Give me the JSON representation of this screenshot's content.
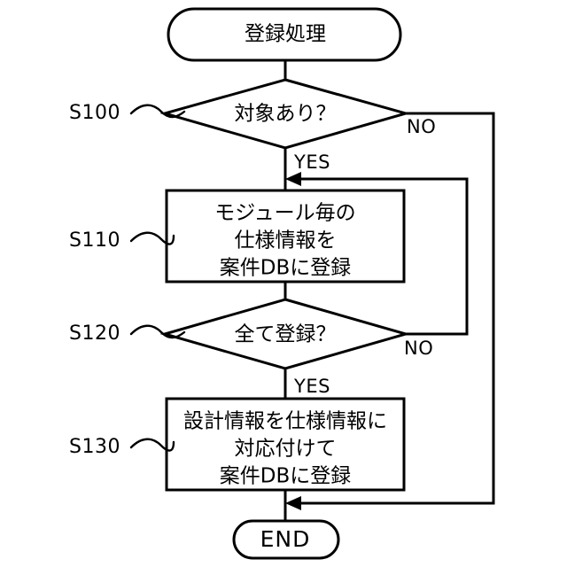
{
  "diagram": {
    "type": "flowchart",
    "language": "ja",
    "title_node": "登録処理",
    "end_node": "END",
    "nodes": [
      {
        "id": "start",
        "shape": "terminator",
        "label": "登録処理"
      },
      {
        "id": "s100",
        "shape": "decision",
        "step": "S100",
        "label": "対象あり？",
        "branch_yes": "YES",
        "branch_no": "NO"
      },
      {
        "id": "s110",
        "shape": "process",
        "step": "S110",
        "line1": "モジュール毎の",
        "line2": "仕様情報を",
        "line3": "案件DBに登録"
      },
      {
        "id": "s120",
        "shape": "decision",
        "step": "S120",
        "label": "全て登録？",
        "branch_yes": "YES",
        "branch_no": "NO"
      },
      {
        "id": "s130",
        "shape": "process",
        "step": "S130",
        "line1": "設計情報を仕様情報に",
        "line2": "対応付けて",
        "line3": "案件DBに登録"
      },
      {
        "id": "end",
        "shape": "terminator",
        "label": "END"
      }
    ],
    "colors": {
      "stroke": "#000000",
      "fill": "#ffffff",
      "text": "#000000"
    }
  }
}
